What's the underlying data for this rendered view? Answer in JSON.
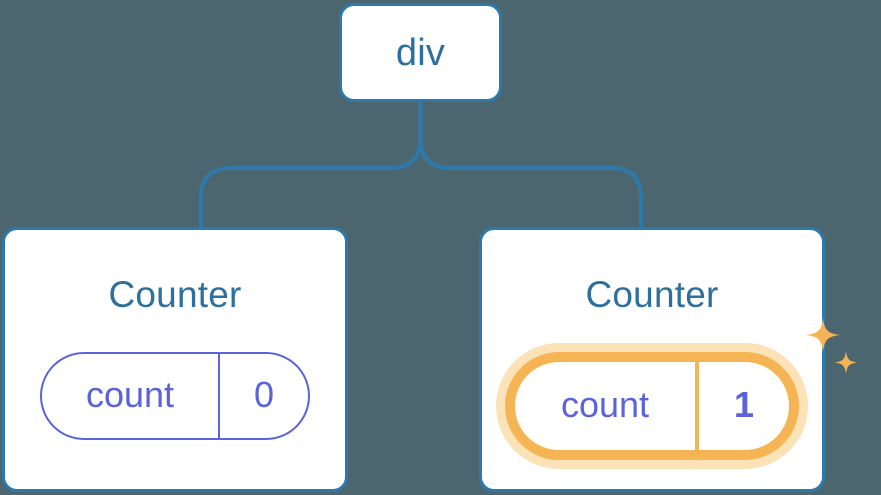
{
  "diagram": {
    "type": "component-tree",
    "background_color": "#4c6670",
    "root": {
      "label": "div"
    },
    "children": [
      {
        "title": "Counter",
        "state": {
          "key": "count",
          "value": "0",
          "highlighted": false
        }
      },
      {
        "title": "Counter",
        "state": {
          "key": "count",
          "value": "1",
          "highlighted": true
        }
      }
    ],
    "colors": {
      "background": "#4c6670",
      "card_border": "#2e79ab",
      "card_fill": "#ffffff",
      "title_text": "#2d6f9e",
      "state_accent": "#5c63d8",
      "highlight_ring": "#f5b555",
      "highlight_glow": "#fce2b7",
      "connector": "#2e79ab"
    },
    "annotations": {
      "sparkle_large": "sparkle-icon",
      "sparkle_small": "sparkle-icon"
    }
  }
}
